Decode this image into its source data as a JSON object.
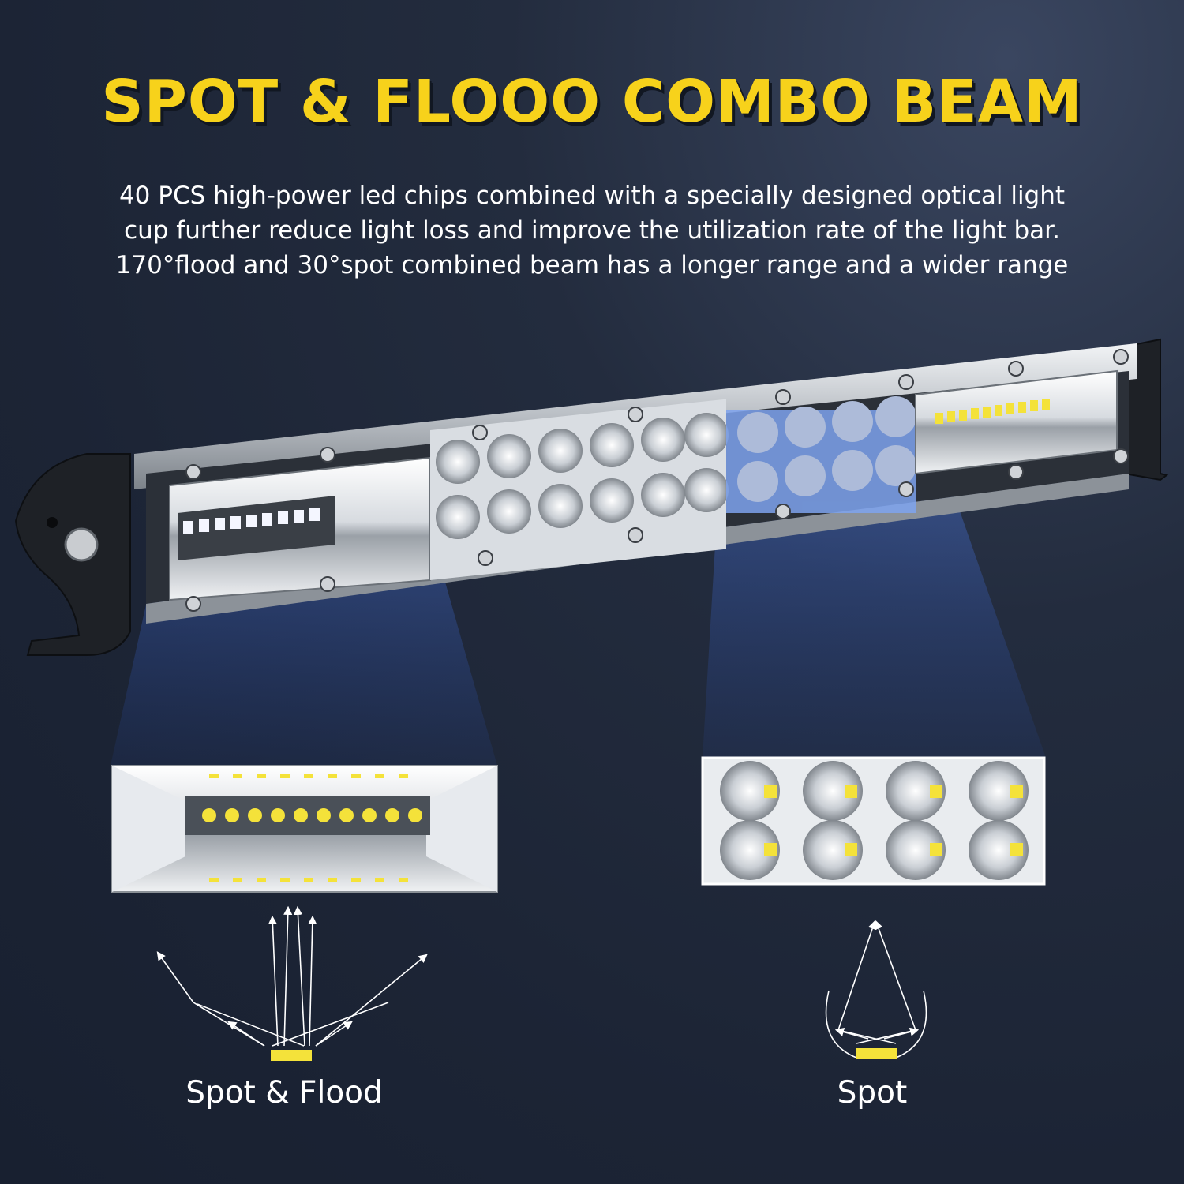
{
  "headline": "SPOT & FLOOO COMBO BEAM",
  "description": {
    "line1": "40 PCS high-power led chips combined with a specially designed optical light",
    "line2": "cup further reduce light loss and improve the utilization rate of the light bar.",
    "line3": "170°flood and 30°spot combined beam has a longer range and a wider range"
  },
  "beam_types": [
    {
      "label": "Spot & Flood"
    },
    {
      "label": "Spot"
    }
  ],
  "colors": {
    "headline": "#f7d21b",
    "led_chip": "#f4e23a",
    "beam_glow": "#3c7cff",
    "background": "#1c2435"
  }
}
